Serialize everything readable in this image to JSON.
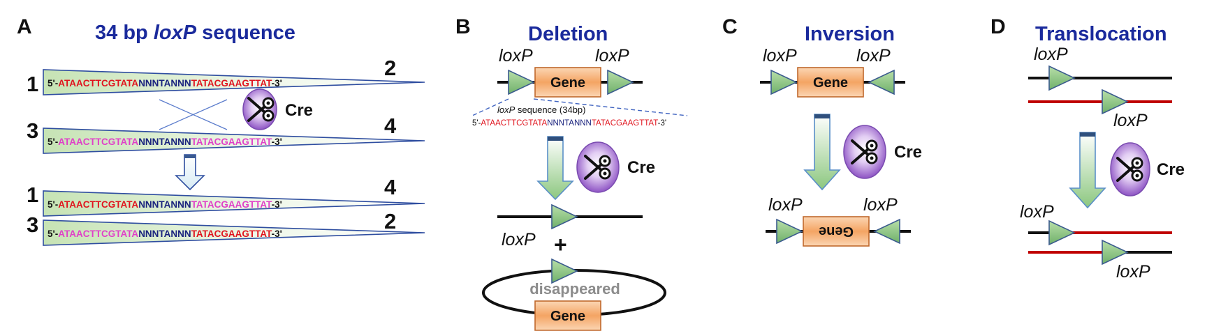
{
  "colors": {
    "title": "#1a2a9c",
    "red_seq": "#e0141e",
    "navy_seq": "#1a237e",
    "pink_seq": "#e040c8",
    "triangle": "#8fc88a",
    "gene_box": "#f39c5b",
    "cre": "#8e54c4",
    "red_dna": "#c00000"
  },
  "panel_a": {
    "letter": "A",
    "title_pre": "34 bp ",
    "title_it": "loxP",
    "title_post": " sequence",
    "rows": [
      {
        "left_num": "1",
        "right_num": "2",
        "prefix": "5'-",
        "s1": "ATAACTTCGTATA",
        "s1_color": "red",
        "mid": "NNNTANNN",
        "s2": "TATACGAAGTTAT",
        "s2_color": "red",
        "suffix": "-3'"
      },
      {
        "left_num": "3",
        "right_num": "4",
        "prefix": "5'-",
        "s1": "ATAACTTCGTATA",
        "s1_color": "pink",
        "mid": "NNNTANNN",
        "s2": "TATACGAAGTTAT",
        "s2_color": "pink",
        "suffix": "-3'"
      },
      {
        "left_num": "1",
        "right_num": "4",
        "prefix": "5'-",
        "s1": "ATAACTTCGTATA",
        "s1_color": "red",
        "mid": "NNNTANNN",
        "s2": "TATACGAAGTTAT",
        "s2_color": "pink",
        "suffix": "-3'"
      },
      {
        "left_num": "3",
        "right_num": "2",
        "prefix": "5'-",
        "s1": "ATAACTTCGTATA",
        "s1_color": "pink",
        "mid": "NNNTANNN",
        "s2": "TATACGAAGTTAT",
        "s2_color": "red",
        "suffix": "-3'"
      }
    ],
    "cre": "Cre"
  },
  "panel_b": {
    "letter": "B",
    "title": "Deletion",
    "loxp_left": "loxP",
    "loxp_right": "loxP",
    "gene": "Gene",
    "caption_it": "loxP",
    "caption_rest": " sequence (34bp)",
    "seq_prefix": "5'-",
    "seq_s1": "ATAACTTCGTATA",
    "seq_mid": "NNNTANNN",
    "seq_s2": "TATACGAAGTTAT",
    "seq_suffix": "-3'",
    "cre": "Cre",
    "loxp_product": "loxP",
    "plus": "+",
    "disappeared": "disappeared",
    "gene_circle": "Gene"
  },
  "panel_c": {
    "letter": "C",
    "title": "Inversion",
    "loxp_left": "loxP",
    "loxp_right": "loxP",
    "gene": "Gene",
    "cre": "Cre",
    "loxp_left_after": "loxP",
    "loxp_right_after": "loxP",
    "gene_inverted": "Gene"
  },
  "panel_d": {
    "letter": "D",
    "title": "Translocation",
    "loxp_top": "loxP",
    "loxp_red": "loxP",
    "cre": "Cre",
    "loxp_after_top": "loxP",
    "loxp_after_bottom": "loxP"
  }
}
